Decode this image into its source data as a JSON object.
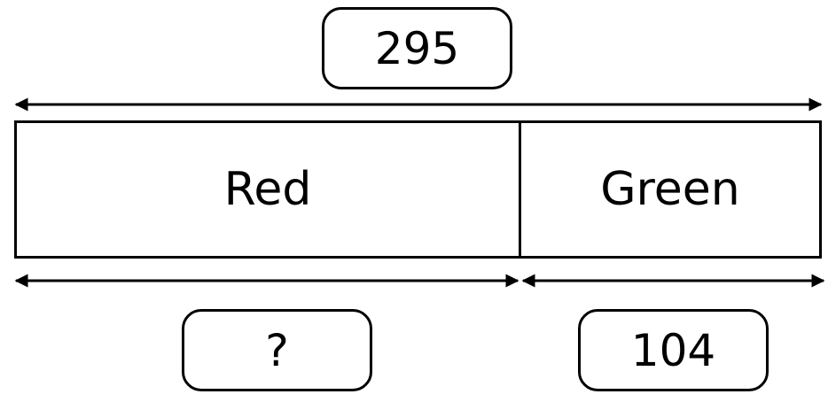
{
  "diagram": {
    "total": {
      "value": "295"
    },
    "parts": [
      {
        "label": "Red",
        "value": "?"
      },
      {
        "label": "Green",
        "value": "104"
      }
    ]
  }
}
